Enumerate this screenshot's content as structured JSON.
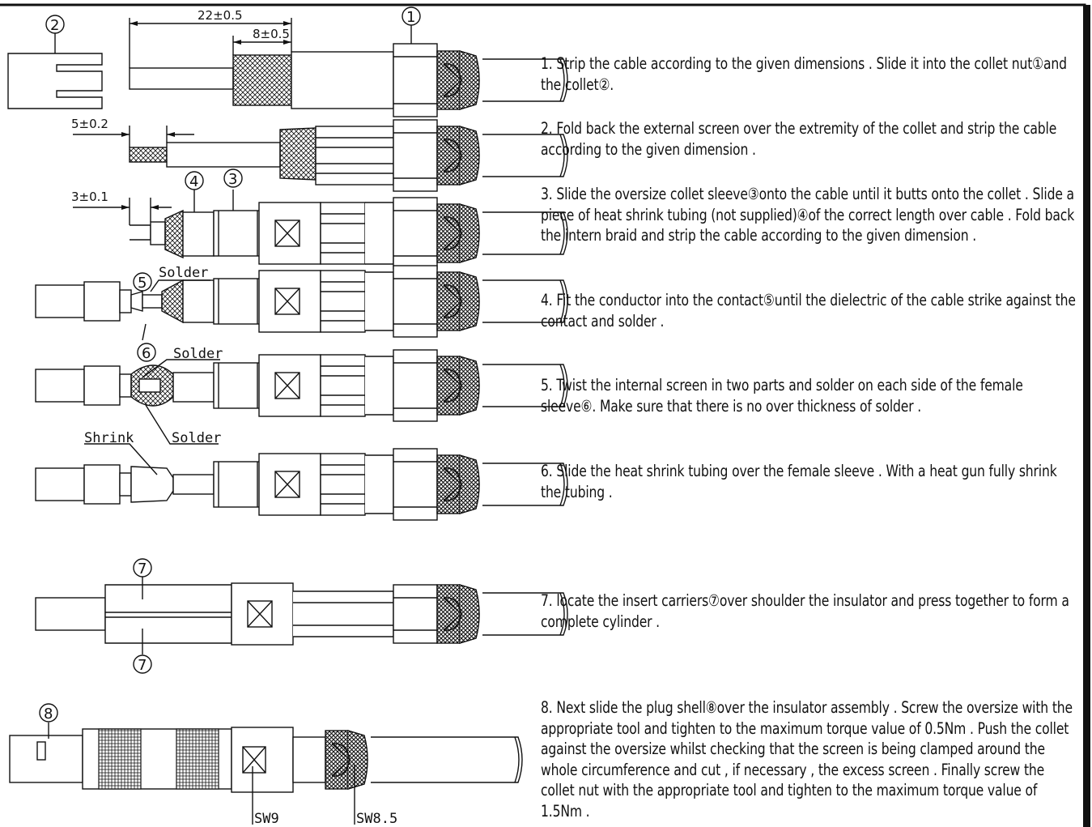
{
  "steps": [
    {
      "text": "1. Strip the cable according to the given dimensions . Slide it into the collet nut①and the collet②."
    },
    {
      "text": "2. Fold back the external screen over the extremity of the collet and strip the cable according to the given dimension ."
    },
    {
      "text": "3. Slide the oversize collet sleeve③onto the cable until it butts onto the collet . Slide a piece of heat shrink tubing (not supplied)④of the correct length over cable . Fold back the intern braid and strip the cable according to the given dimension ."
    },
    {
      "text": "4. Fit the conductor into the contact⑤until the dielectric of the cable strike against the contact and solder ."
    },
    {
      "text": "5. Twist the internal screen in two parts and solder on each side of the female sleeve⑥. Make sure that there is no over thickness of solder ."
    },
    {
      "text": "6. Slide the heat shrink tubing over the female sleeve . With a heat gun fully shrink the tubing ."
    },
    {
      "text": "7. locate the insert carriers⑦over shoulder the insulator and press together to form a complete cylinder ."
    },
    {
      "text": "8. Next slide the plug shell⑧over the insulator assembly . Screw the oversize with the appropriate tool and tighten to the maximum torque value of 0.5Nm . Push the collet against the oversize whilst checking that the screen is being clamped around the whole circumference and cut , if necessary , the excess screen . Finally screw the collet nut with the appropriate tool and tighten to the maximum torque value of 1.5Nm ."
    }
  ],
  "dimensions": {
    "d1": "22±0.5",
    "d2": "8±0.5",
    "d3": "5±0.2",
    "d4": "3±0.1"
  },
  "callouts": [
    "1",
    "2",
    "3",
    "4",
    "5",
    "6",
    "7",
    "7",
    "8"
  ],
  "labels": {
    "solder": "Solder",
    "shrink": "Shrink",
    "sw9": "SW9",
    "sw85": "SW8.5"
  }
}
